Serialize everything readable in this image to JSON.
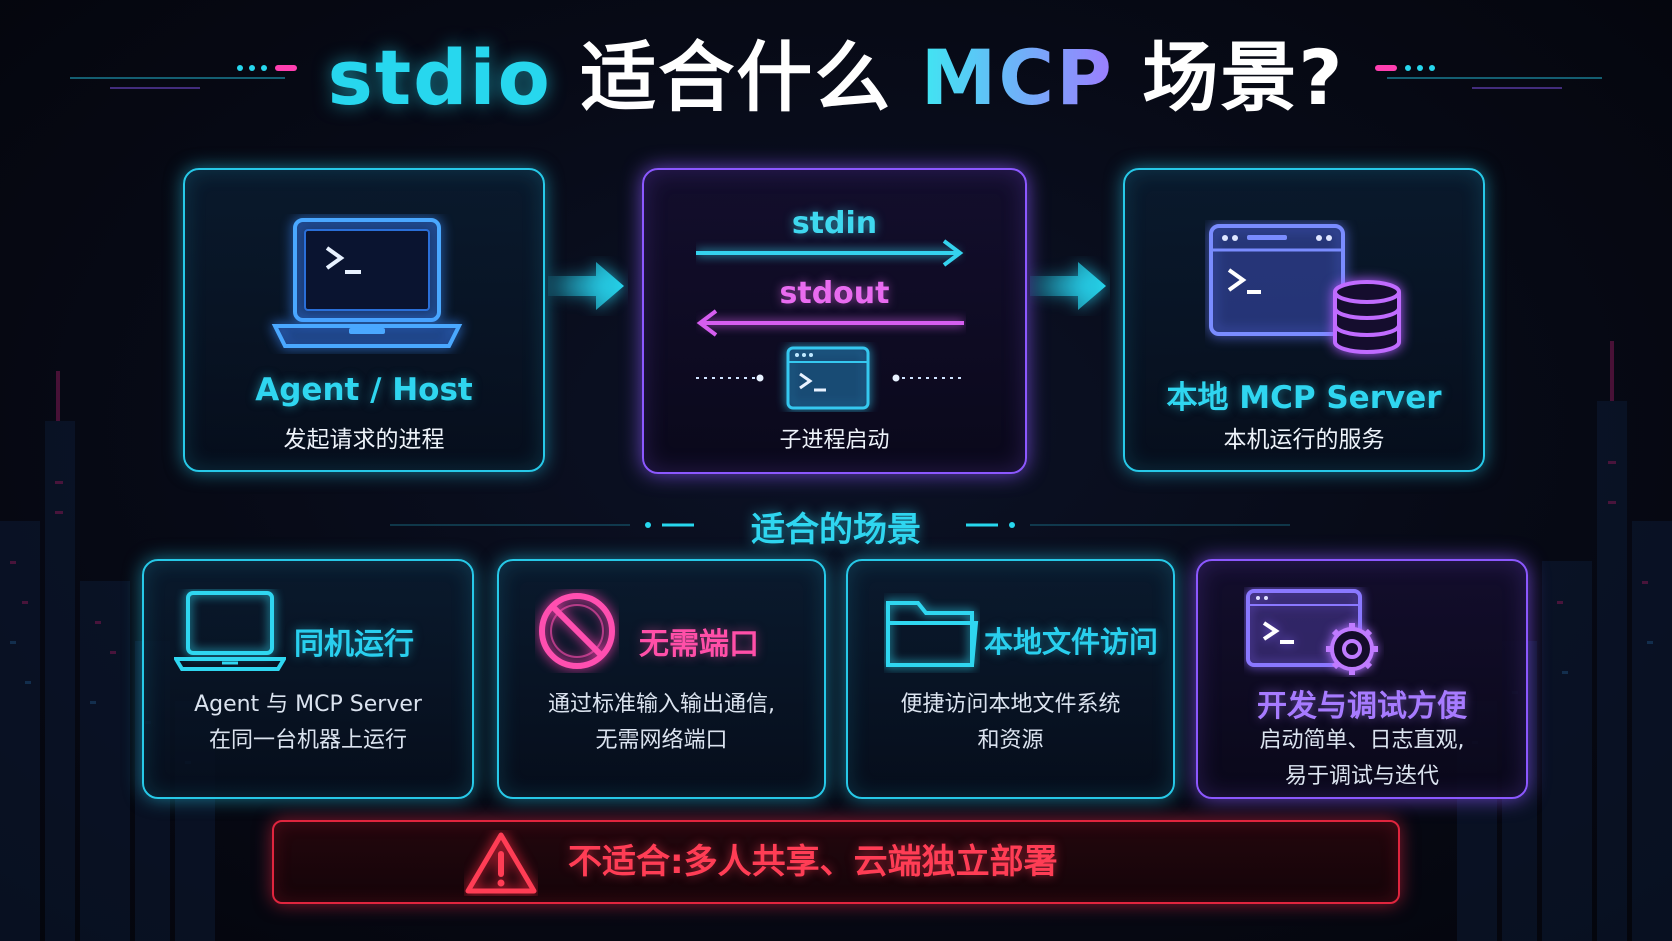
{
  "title": {
    "part1": "stdio",
    "part2": "适合什么",
    "part3": "MCP",
    "part4": "场景?"
  },
  "flow": {
    "host": {
      "title": "Agent / Host",
      "subtitle": "发起请求的进程"
    },
    "channel": {
      "stdin": "stdin",
      "stdout": "stdout",
      "caption": "子进程启动"
    },
    "server": {
      "title": "本地 MCP Server",
      "subtitle": "本机运行的服务"
    }
  },
  "section_title": "适合的场景",
  "scenarios": [
    {
      "title": "同机运行",
      "line1": "Agent 与 MCP Server",
      "line2": "在同一台机器上运行",
      "icon": "laptop-icon"
    },
    {
      "title": "无需端口",
      "line1": "通过标准输入输出通信,",
      "line2": "无需网络端口",
      "icon": "no-entry-icon"
    },
    {
      "title": "本地文件访问",
      "line1": "便捷访问本地文件系统",
      "line2": "和资源",
      "icon": "folder-icon"
    },
    {
      "title": "开发与调试方便",
      "line1": "启动简单、日志直观,",
      "line2": "易于调试与迭代",
      "icon": "terminal-gear-icon"
    }
  ],
  "warning": {
    "text": "不适合:多人共享、云端独立部署",
    "icon": "warning-icon"
  },
  "colors": {
    "cyan": "#27c9e8",
    "purple": "#8c58ff",
    "pink": "#ff4fa8",
    "red": "#e0253e",
    "background": "#070a16"
  }
}
